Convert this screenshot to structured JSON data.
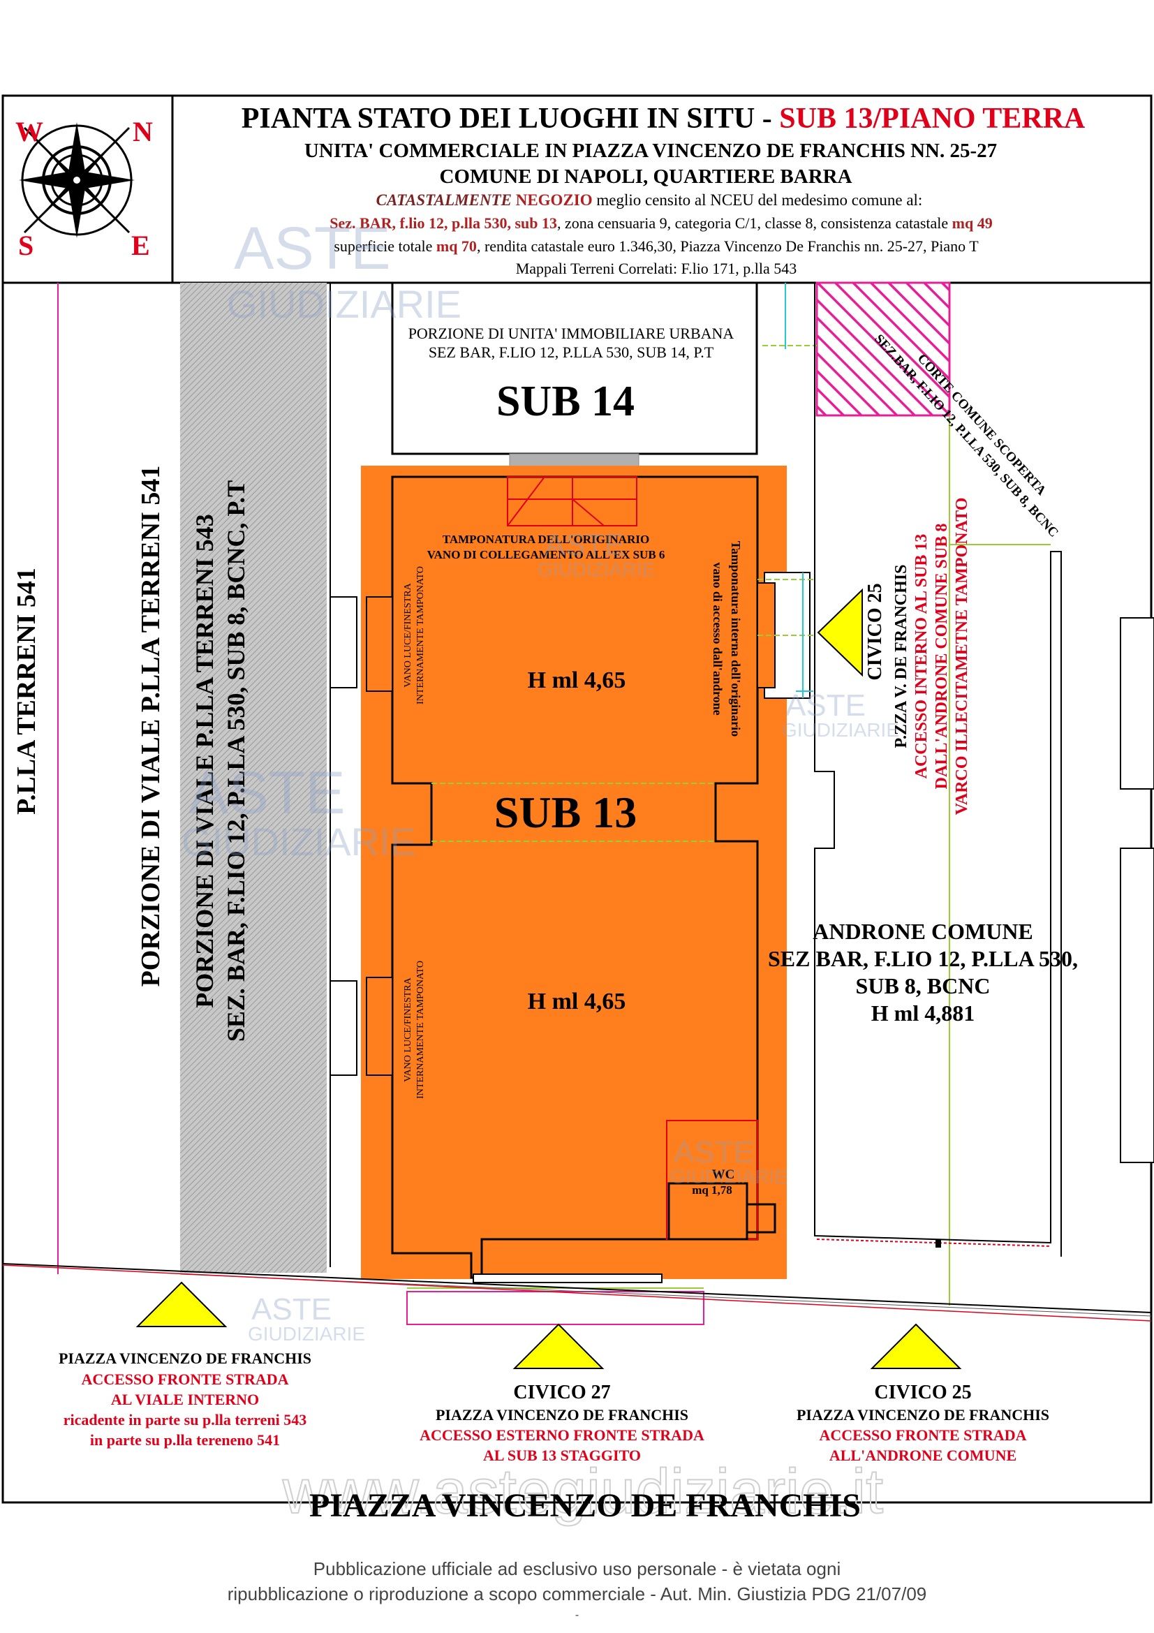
{
  "header": {
    "title_main": "PIANTA STATO DEI LUOGHI IN SITU - ",
    "title_red": "SUB 13/PIANO  TERRA",
    "line2": "UNITA' COMMERCIALE IN PIAZZA VINCENZO DE FRANCHIS NN. 25-27",
    "line3": "COMUNE DI NAPOLI, QUARTIERE BARRA",
    "line4_a": "CATASTALMENTE",
    "line4_b": "NEGOZIO",
    "line4_c": " meglio censito al NCEU del medesimo comune al:",
    "line5_red": "Sez. BAR, f.lio 12, p.lla 530, sub 13",
    "line5_rest": ", zona censuaria 9, categoria C/1, classe  8, consistenza catastale ",
    "line5_mq": "mq 49",
    "line6_a": "superficie totale ",
    "line6_mq": "mq 70",
    "line6_b": ", rendita catastale euro 1.346,30, Piazza Vincenzo De Franchis nn. 25-27, Piano T",
    "line7": "Mappali Terreni Correlati: F.lio 171, p.lla 543"
  },
  "compass": {
    "w": "W",
    "n": "N",
    "s": "S",
    "e": "E"
  },
  "labels": {
    "sub14_head1": "PORZIONE DI UNITA' IMMOBILIARE URBANA",
    "sub14_head2": "SEZ BAR, F.LIO 12, P.LLA 530, SUB 14, P.T",
    "sub14": "SUB 14",
    "sub13": "SUB 13",
    "tamp1": "TAMPONATURA DELL'ORIGINARIO",
    "tamp2": "VANO DI COLLEGAMENTO ALL'EX SUB 6",
    "height_upper": "H ml 4,65",
    "height_lower": "H ml 4,65",
    "vano_upper_1": "VANO LUCE/FINESTRA",
    "vano_upper_2": "INTERNAMENTE TAMPONATO",
    "vano_lower_1": "VANO LUCE/FINESTRA",
    "vano_lower_2": "INTERNAMENTE TAMPONATO",
    "tamp_int_1": "Tamponatura interna dell'originario",
    "tamp_int_2": "vano di accesso  dall'androne",
    "wc": "WC",
    "wc_mq": "mq 1,78",
    "terreni_541": "P.LLA TERRENI 541",
    "viale_541": "PORZIONE DI VIALE P.LLA TERRENI 541",
    "viale_543_1": "PORZIONE DI VIALE P.LLA TERRENI 543",
    "viale_543_2": "SEZ. BAR, F.LIO 12, P.LLA 530, SUB 8, BCNC, P.T",
    "androne_1": "ANDRONE COMUNE",
    "androne_2": "SEZ BAR, F.LIO 12, P.LLA 530,",
    "androne_3": "SUB 8, BCNC",
    "androne_4": "H ml 4,881",
    "corte_1": "CORTE COMUNE SCOPERTA",
    "corte_2": "SEZ.BAR, F.LIO 12, P.LLA 530, SUB 8, BCNC",
    "civico25_v1": "CIVICO 25",
    "civico25_v2": "P.ZZA V. DE FRANCHIS",
    "civico25_v3": "ACCESSO INTERNO AL SUB 13",
    "civico25_v4": "DALL'ANDRONE COMUNE SUB 8",
    "civico25_v5": "VARCO ILLECITAMETNE TAMPONATO"
  },
  "accesses": [
    {
      "l1": "PIAZZA VINCENZO DE FRANCHIS",
      "l2": "ACCESSO FRONTE STRADA",
      "l3": "AL VIALE INTERNO",
      "l4": "ricadente in parte su p.lla terreni 543",
      "l5": "in parte su p.lla tereneno 541"
    },
    {
      "title": "CIVICO 27",
      "l1": "PIAZZA VINCENZO DE FRANCHIS",
      "l2": "ACCESSO ESTERNO FRONTE STRADA",
      "l3": "AL SUB 13 STAGGITO"
    },
    {
      "title": "CIVICO 25",
      "l1": "PIAZZA VINCENZO DE FRANCHIS",
      "l2": "ACCESSO FRONTE STRADA",
      "l3": "ALL'ANDRONE COMUNE"
    }
  ],
  "street": "PIAZZA VINCENZO DE FRANCHIS",
  "watermark": {
    "aste": "ASTE",
    "giudiziarie": "GIUDIZIARIE",
    "site": "www.astegiudiziarie.it"
  },
  "footer": {
    "line1": "Pubblicazione ufficiale ad esclusivo uso personale - è vietata ogni",
    "line2": "ripubblicazione o riproduzione a scopo commerciale - Aut. Min. Giustizia PDG 21/07/09",
    "line3": "-"
  },
  "colors": {
    "orange": "#FF7F1E",
    "red": "#E0001A",
    "yellow": "#FFFF00",
    "magenta": "#E61E9A",
    "hatch_grey": "#B8B8B8"
  }
}
